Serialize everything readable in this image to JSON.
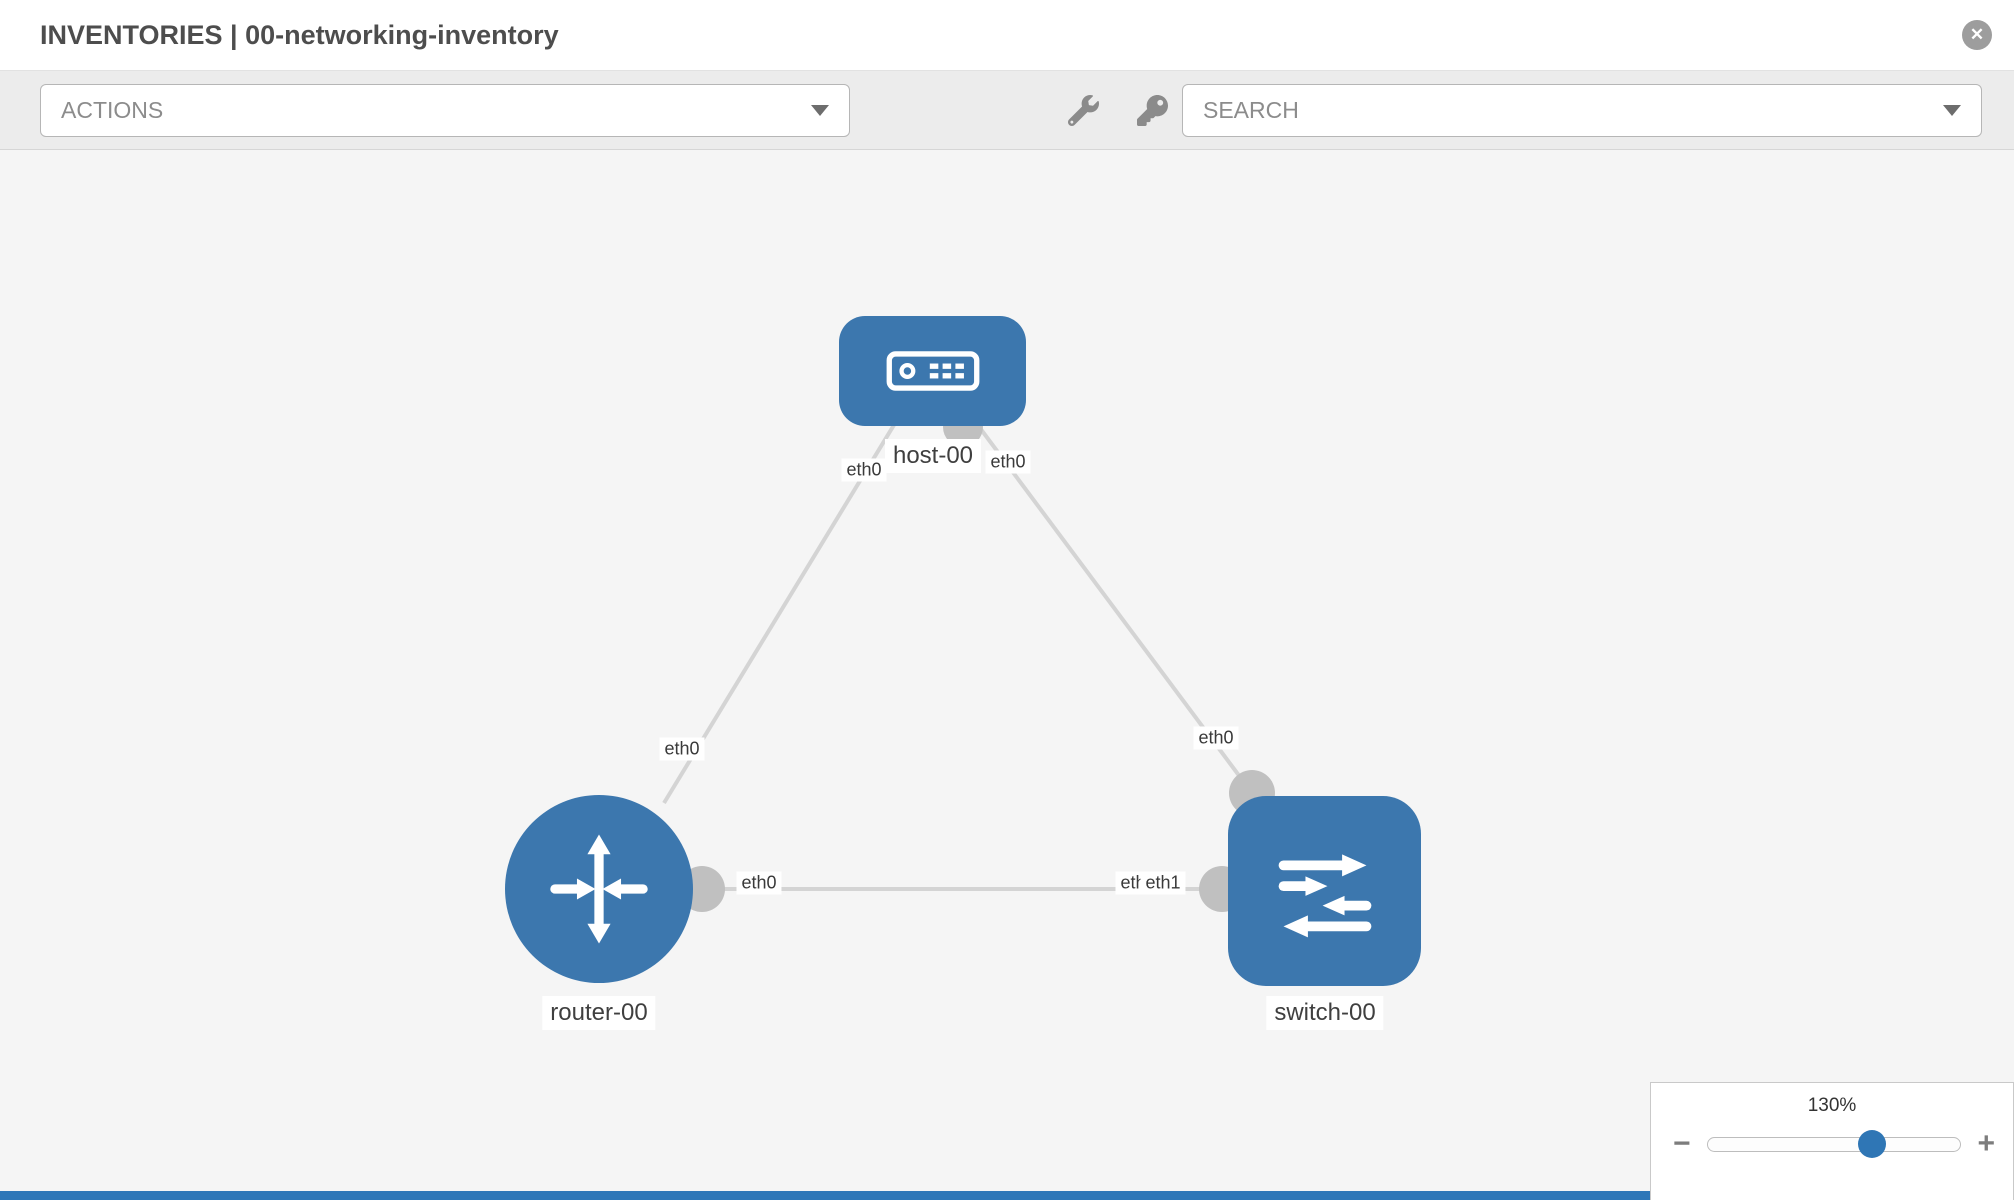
{
  "header": {
    "title": "INVENTORIES | 00-networking-inventory"
  },
  "toolbar": {
    "actions_label": "ACTIONS",
    "search_placeholder": "SEARCH"
  },
  "icons": {
    "close": "✕",
    "zoom_out": "−",
    "zoom_in": "+"
  },
  "zoom": {
    "level": "130%"
  },
  "diagram": {
    "nodes": [
      {
        "id": "host-00",
        "type": "host",
        "label": "host-00"
      },
      {
        "id": "router-00",
        "type": "router",
        "label": "router-00"
      },
      {
        "id": "switch-00",
        "type": "switch",
        "label": "switch-00"
      }
    ],
    "links": [
      {
        "from": "host-00",
        "from_interface": "eth0",
        "to": "router-00",
        "to_interface": "eth0"
      },
      {
        "from": "host-00",
        "from_interface": "eth0",
        "to": "switch-00",
        "to_interface": "eth0"
      },
      {
        "from": "router-00",
        "from_interface": "eth0",
        "to": "switch-00",
        "to_interface": "eth1"
      }
    ]
  },
  "colors": {
    "node_blue": "#3c77ae",
    "link_gray": "#d4d4d4",
    "accent_blue": "#2f76b5",
    "footer_blue": "#2e77b8"
  }
}
